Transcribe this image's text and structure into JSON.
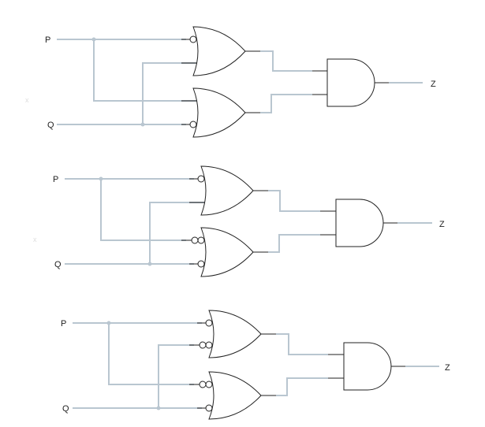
{
  "circuits": [
    {
      "input_p": "P",
      "input_q": "Q",
      "output": "Z",
      "ghost": "x",
      "gate1_bubbles": 1,
      "gate2_bubbles": 1
    },
    {
      "input_p": "P",
      "input_q": "Q",
      "output": "Z",
      "ghost": "x",
      "gate1_bubbles": 1,
      "gate2_bubbles": 2
    },
    {
      "input_p": "P",
      "input_q": "Q",
      "output": "Z",
      "ghost": "",
      "gate1_bubbles": 2,
      "gate2_bubbles": 2
    }
  ],
  "colors": {
    "wire": "#b9c6d0",
    "gate_stroke": "#222222",
    "text": "#222222"
  }
}
